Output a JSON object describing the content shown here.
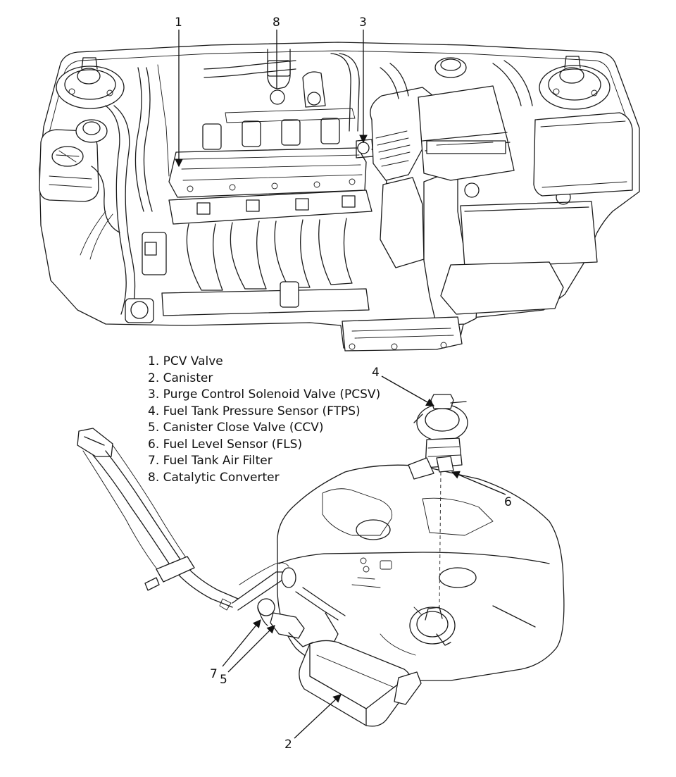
{
  "callouts": {
    "c1": "1",
    "c2": "2",
    "c3": "3",
    "c4": "4",
    "c5": "5",
    "c6": "6",
    "c7": "7",
    "c8": "8"
  },
  "legend": {
    "items": [
      "1. PCV Valve",
      "2. Canister",
      "3. Purge Control Solenoid Valve (PCSV)",
      "4. Fuel Tank Pressure Sensor (FTPS)",
      "5. Canister Close Valve (CCV)",
      "6. Fuel Level Sensor (FLS)",
      "7. Fuel Tank Air Filter",
      "8. Catalytic Converter"
    ]
  }
}
